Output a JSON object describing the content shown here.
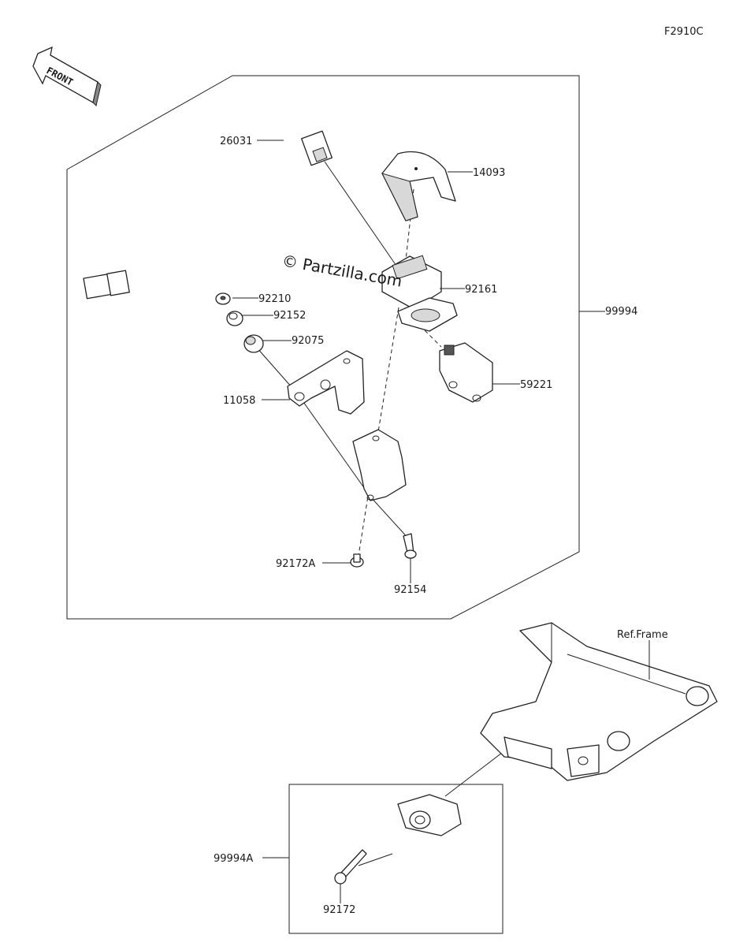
{
  "figure_code": "F2910C",
  "front_label": "FRONT",
  "watermark": "© Partzilla.com",
  "ref_label": "Ref.Frame",
  "parts": {
    "p26031": "26031",
    "p14093": "14093",
    "p92210": "92210",
    "p92152": "92152",
    "p92075": "92075",
    "p92161": "92161",
    "p99994": "99994",
    "p59221": "59221",
    "p11058": "11058",
    "p92172A": "92172A",
    "p92154": "92154",
    "p99994A": "99994A",
    "p92172": "92172"
  }
}
